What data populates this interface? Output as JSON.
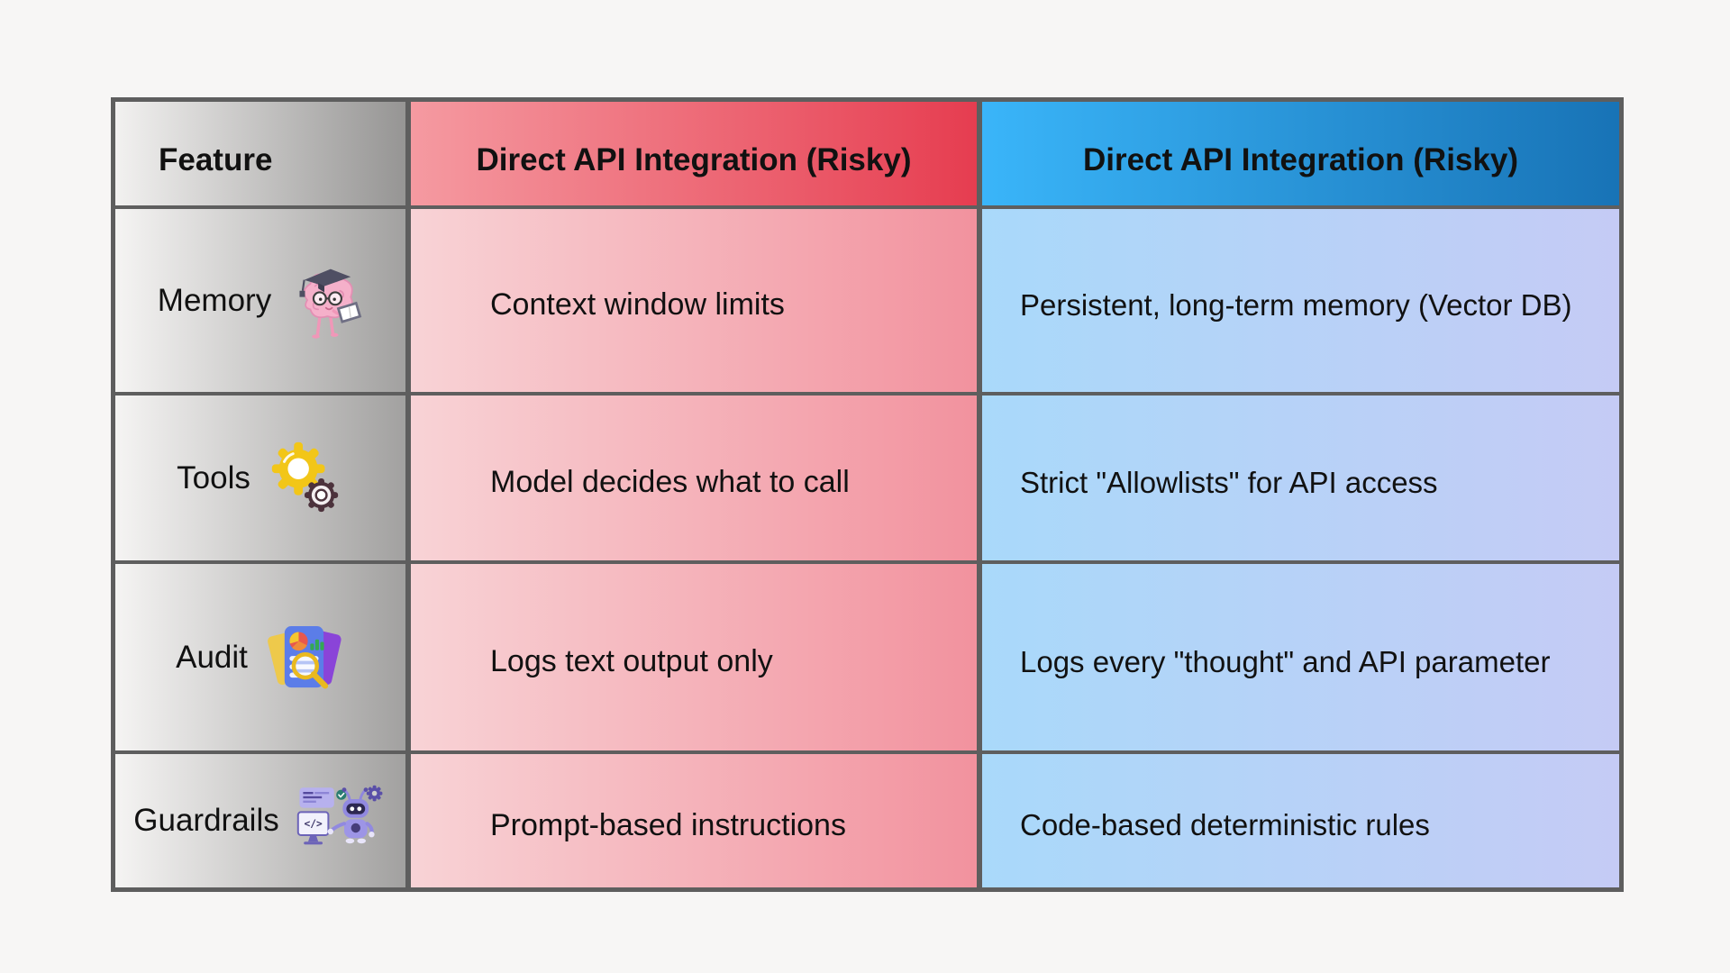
{
  "table": {
    "headers": {
      "feature": "Feature",
      "risky": "Direct API Integration (Risky)",
      "safe": "Direct API Integration (Risky)"
    },
    "rows": [
      {
        "feature": "Memory",
        "icon": "brain-graduate-icon",
        "risky": "Context window limits",
        "safe": "Persistent, long-term memory (Vector DB)"
      },
      {
        "feature": "Tools",
        "icon": "gears-icon",
        "risky": "Model decides what to call",
        "safe": "Strict \"Allowlists\" for API access"
      },
      {
        "feature": "Audit",
        "icon": "audit-documents-icon",
        "risky": "Logs text output only",
        "safe": "Logs every \"thought\" and API parameter"
      },
      {
        "feature": "Guardrails",
        "icon": "robot-coding-icon",
        "risky": "Prompt-based instructions",
        "safe": "Code-based deterministic rules"
      }
    ]
  },
  "colors": {
    "page-bg": "#f7f6f5",
    "grid-line": "#5e5e5e",
    "text": "#111111",
    "feature-header-from": "#f2f1f0",
    "feature-header-to": "#969594",
    "feature-cell-from": "#f5f4f3",
    "feature-cell-to": "#a2a1a0",
    "risky-header-from": "#f59aa1",
    "risky-header-to": "#e63d50",
    "risky-cell-from": "#f8d3d6",
    "risky-cell-to": "#f2929e",
    "safe-header-from": "#3ab5f9",
    "safe-header-to": "#1873b6",
    "safe-cell-from": "#a9d9fa",
    "safe-cell-to": "#c5cbf5"
  }
}
